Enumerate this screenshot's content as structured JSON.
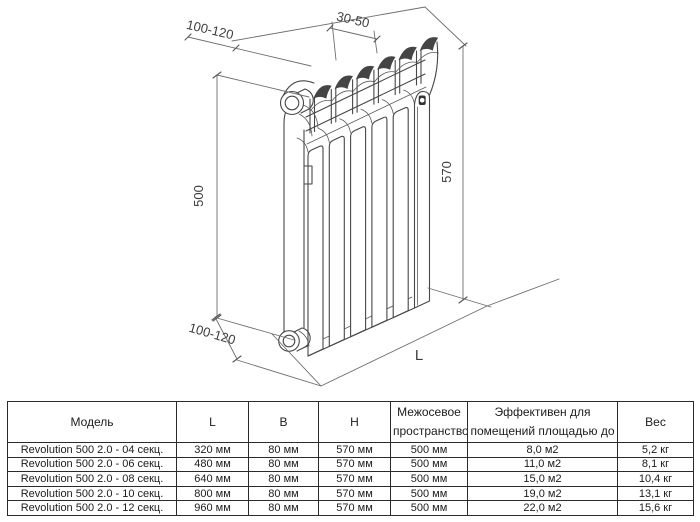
{
  "colors": {
    "drawing_line": "#474747",
    "dimension_line": "#6f6f6f",
    "text": "#1c1c1c",
    "table_border": "#2b2b2b",
    "background": "#ffffff"
  },
  "drawing": {
    "labels": {
      "wall_clearance_top": "100-120",
      "top_clearance": "30-50",
      "overall_height": "570",
      "section_height": "500",
      "floor_clearance": "100-120",
      "length": "L"
    }
  },
  "table": {
    "headers": [
      "Модель",
      "L",
      "B",
      "H",
      "Межосевое пространство",
      "Эффективен для помещений площадью до",
      "Вес"
    ],
    "rows": [
      [
        "Revolution 500 2.0 - 04 секц.",
        "320 мм",
        "80 мм",
        "570 мм",
        "500 мм",
        "8,0 м2",
        "5,2 кг"
      ],
      [
        "Revolution 500 2.0 - 06 секц.",
        "480 мм",
        "80 мм",
        "570 мм",
        "500 мм",
        "11,0 м2",
        "8,1 кг"
      ],
      [
        "Revolution 500 2.0 - 08 секц.",
        "640 мм",
        "80 мм",
        "570 мм",
        "500 мм",
        "15,0 м2",
        "10,4 кг"
      ],
      [
        "Revolution 500 2.0 - 10 секц.",
        "800 мм",
        "80 мм",
        "570 мм",
        "500 мм",
        "19,0 м2",
        "13,1 кг"
      ],
      [
        "Revolution 500 2.0 - 12 секц.",
        "960 мм",
        "80 мм",
        "570 мм",
        "500 мм",
        "22,0 м2",
        "15,6 кг"
      ]
    ]
  }
}
